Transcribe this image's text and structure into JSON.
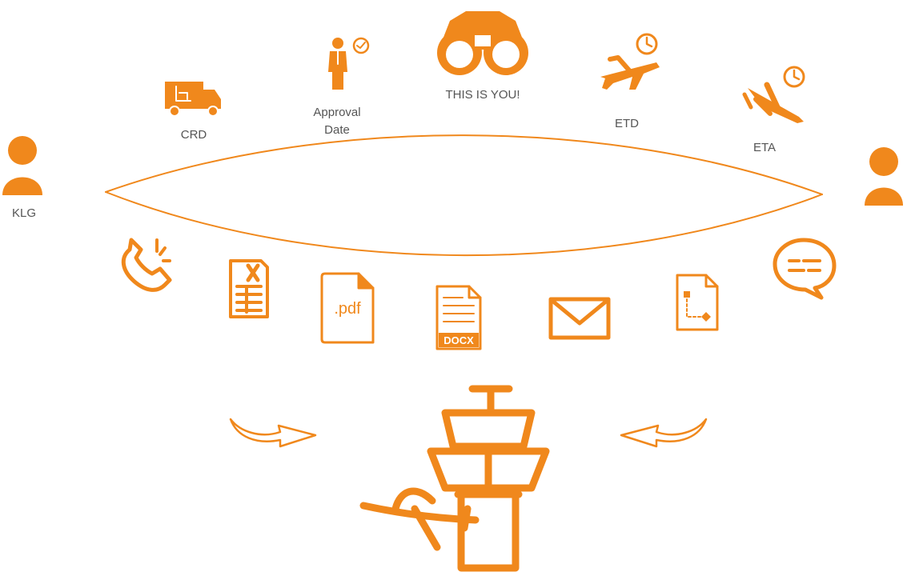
{
  "colors": {
    "accent": "#f0881c",
    "text": "#555555",
    "background": "#ffffff"
  },
  "labels": {
    "left_person": "KLG",
    "crd": "CRD",
    "approval_line1": "Approval",
    "approval_line2": "Date",
    "binoculars": "THIS IS YOU!",
    "etd": "ETD",
    "eta": "ETA",
    "pdf_text": ".pdf",
    "docx_text": "DOCX"
  },
  "icons": [
    "person-icon",
    "truck-icon",
    "businessman-icon",
    "binoculars-icon",
    "departing-plane-clock-icon",
    "arriving-plane-clock-icon",
    "person-icon",
    "phone-icon",
    "excel-file-icon",
    "pdf-file-icon",
    "docx-file-icon",
    "envelope-icon",
    "flow-document-icon",
    "chat-bubble-icon",
    "curved-arrow-right-icon",
    "curved-arrow-left-icon",
    "control-tower-icon",
    "plane-icon"
  ]
}
